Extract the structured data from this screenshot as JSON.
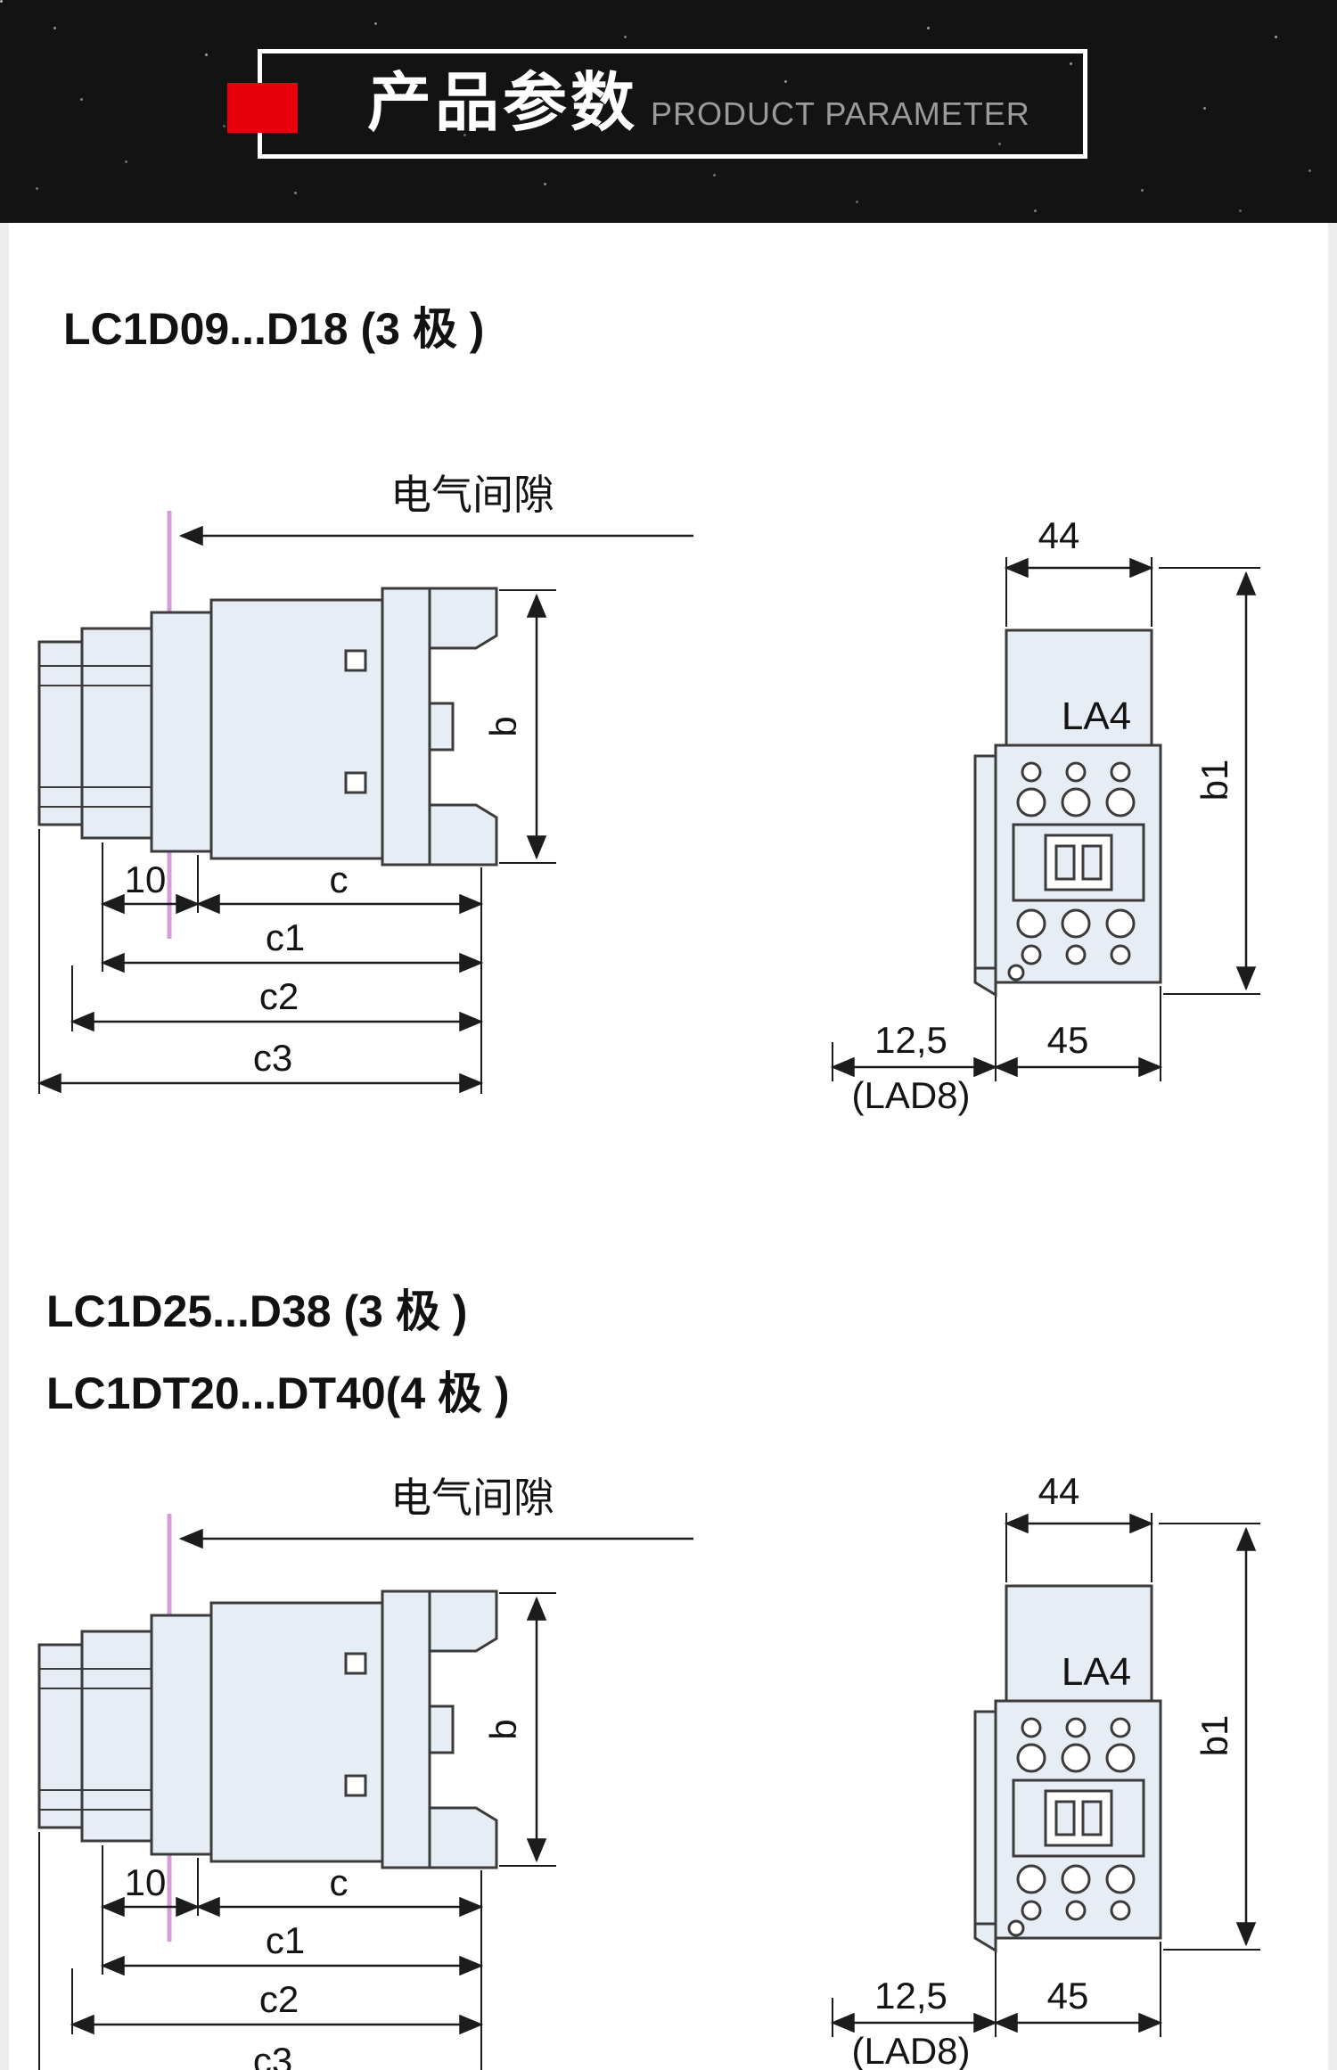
{
  "header": {
    "title_cn": "产品参数",
    "title_en": "PRODUCT PARAMETER",
    "accent_color": "#e8000d",
    "band_color": "#131313"
  },
  "sections": {
    "s1_heading": "LC1D09...D18 (3 极 )",
    "s2_heading_line1": "LC1D25...D38 (3 极 )",
    "s2_heading_line2": "LC1DT20...DT40(4 极 )"
  },
  "side_view": {
    "clearance": "电气间隙",
    "d10": "10",
    "c": "c",
    "c1": "c1",
    "c2": "c2",
    "c3": "c3",
    "b": "b"
  },
  "front_view": {
    "w44": "44",
    "la4": "LA4",
    "b1": "b1",
    "d12_5": "12,5",
    "d45": "45",
    "lad8": "(LAD8)"
  }
}
